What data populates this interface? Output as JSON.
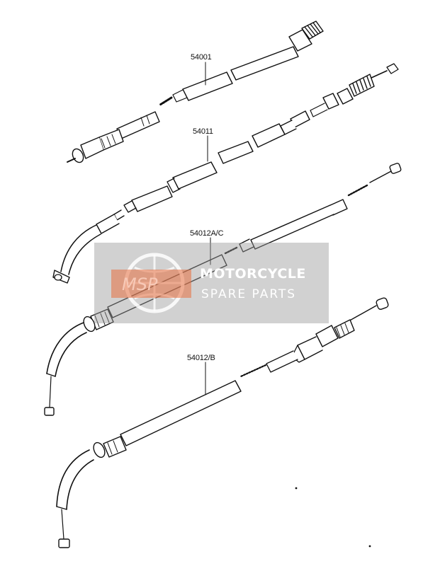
{
  "parts": [
    {
      "id": "speedometer-cable",
      "number": "54001"
    },
    {
      "id": "tachometer-cable",
      "number": "54011"
    },
    {
      "id": "throttle-cable-a",
      "number": "54012A/C"
    },
    {
      "id": "throttle-cable-b",
      "number": "54012/B"
    }
  ],
  "watermark": {
    "logo_text": "MSP",
    "line1": "MOTORCYCLE",
    "line2": "SPARE PARTS",
    "overlay_color": "#9a9a9a",
    "logo_color": "#e8703f"
  },
  "colors": {
    "ink": "#111111",
    "paper": "#ffffff"
  }
}
